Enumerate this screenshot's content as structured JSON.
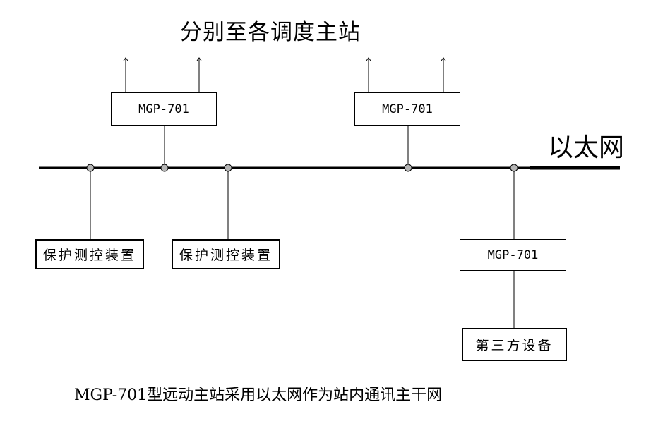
{
  "title": "分别至各调度主站",
  "network_label": "以太网",
  "caption": "MGP-701型远动主站采用以太网作为站内通讯主干网",
  "mgp_boxes": [
    "MGP-701",
    "MGP-701",
    "MGP-701"
  ],
  "device_boxes": [
    "保护测控装置",
    "保护测控装置",
    "第三方设备"
  ]
}
